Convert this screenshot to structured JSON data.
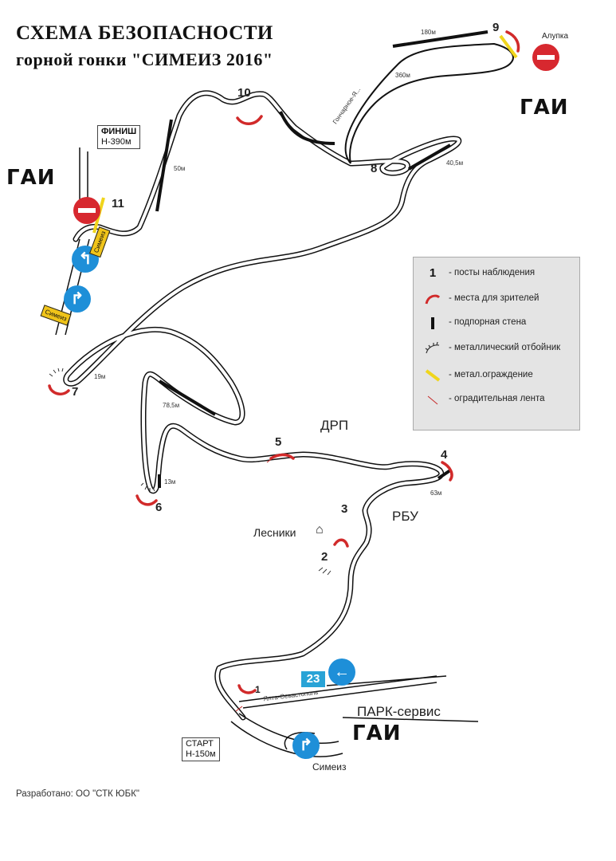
{
  "header": {
    "title_line1": "СХЕМА БЕЗОПАСНОСТИ",
    "title_line2": "горной гонки \"СИМЕИЗ 2016\""
  },
  "gai_label": "ГАИ",
  "posts": [
    "1",
    "2",
    "3",
    "4",
    "5",
    "6",
    "7",
    "8",
    "9",
    "10",
    "11"
  ],
  "places": {
    "finish": "ФИНИШ",
    "finish_h": "Н-390м",
    "start": "СТАРТ",
    "start_h": "Н-150м",
    "alupka": "Алупка",
    "drp": "ДРП",
    "rbu": "РБУ",
    "lesniki": "Лесники",
    "park": "ПАРК-сервис",
    "simeiz": "Симеиз",
    "road_name": "Ялта-Севастополь",
    "road_upper": "Гончарное-Я...",
    "route_no": "23",
    "sign_a": "Симеиз",
    "sign_b": "Симеиз"
  },
  "distances": {
    "d180": "180м",
    "d360": "360м",
    "d50": "50м",
    "d405": "40,5м",
    "d19": "19м",
    "d785": "78,5м",
    "d13": "13м",
    "d63": "63м"
  },
  "legend": {
    "items": [
      {
        "symbol": "1",
        "text": "- посты наблюдения"
      },
      {
        "symbol": "spectator",
        "text": "- места для зрителей"
      },
      {
        "symbol": "wall",
        "text": "- подпорная стена"
      },
      {
        "symbol": "barrier",
        "text": "- металлический отбойник"
      },
      {
        "symbol": "fence",
        "text": "- метал.ограждение"
      },
      {
        "symbol": "tape",
        "text": "- оградительная лента"
      }
    ]
  },
  "footer": "Разработано: ОО \"СТК ЮБК\"",
  "colors": {
    "spectator": "#d12a2a",
    "fence": "#f0d51c",
    "noentry": "#d7282f",
    "sign_blue": "#1e8fd8",
    "route_sign": "#29a3d6",
    "legend_bg": "#e4e4e4"
  }
}
